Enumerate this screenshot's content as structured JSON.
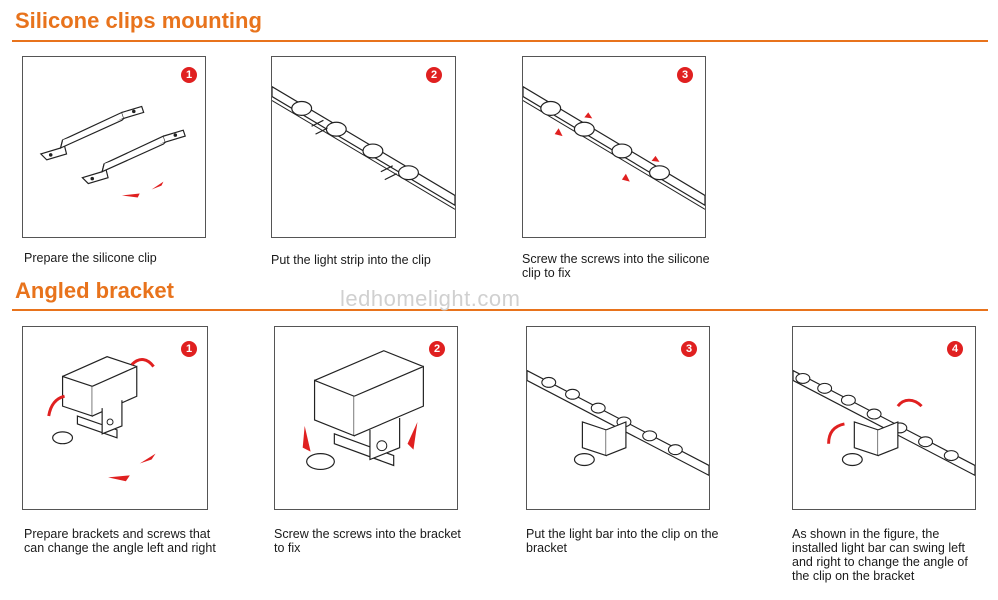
{
  "sections": [
    {
      "title": "Silicone clips mounting",
      "steps": [
        {
          "number": "1",
          "caption": "Prepare the silicone clip"
        },
        {
          "number": "2",
          "caption": "Put the light strip into the clip"
        },
        {
          "number": "3",
          "caption": "Screw the screws into the silicone clip to fix"
        }
      ]
    },
    {
      "title": "Angled bracket",
      "steps": [
        {
          "number": "1",
          "caption": "Prepare brackets and screws that can change the angle left and right"
        },
        {
          "number": "2",
          "caption": "Screw the screws into the bracket to fix"
        },
        {
          "number": "3",
          "caption": "Put the light bar into the clip on the bracket"
        },
        {
          "number": "4",
          "caption": "As shown in the figure, the installed light bar can swing left and right to change the angle of the clip on the bracket"
        }
      ]
    }
  ],
  "watermark": "ledhomelight.com",
  "colors": {
    "accent": "#e8731c",
    "badge": "#e02020",
    "screw": "#e02020"
  }
}
